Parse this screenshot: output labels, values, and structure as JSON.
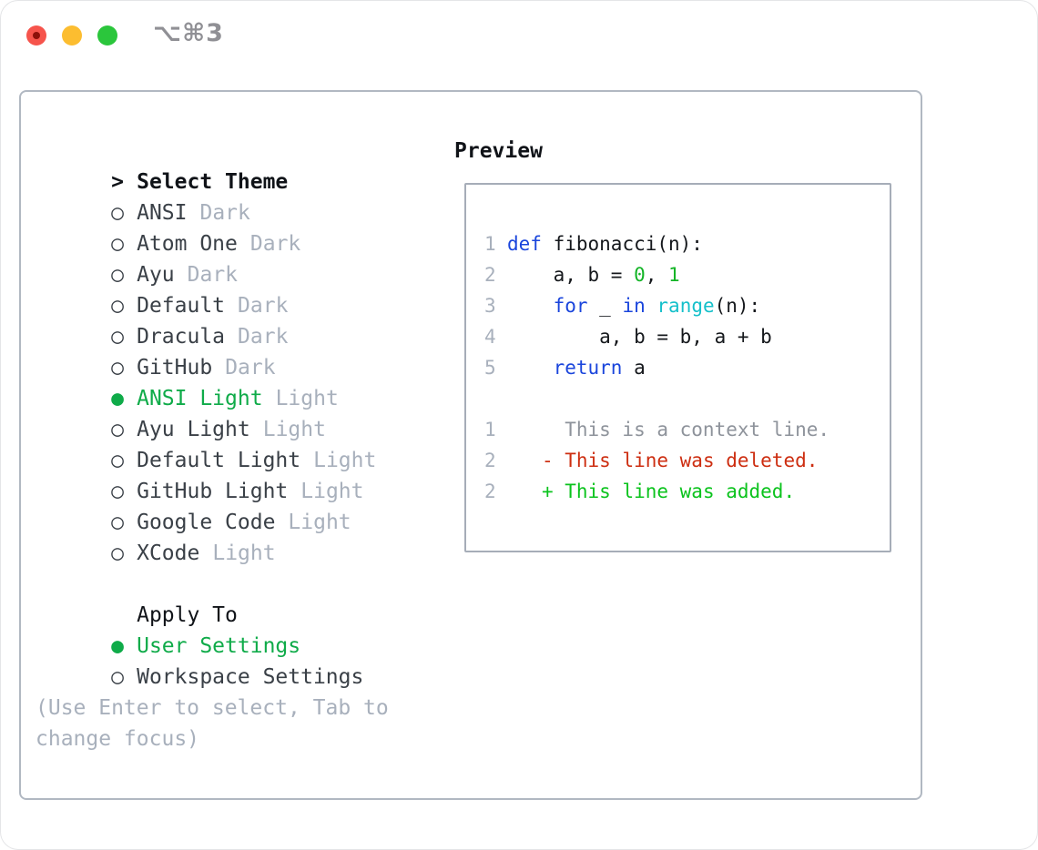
{
  "window": {
    "shortcut": "⌥⌘3"
  },
  "colors": {
    "select-green": "#0fab49",
    "kw": "#1a45dc",
    "numlit": "#13b426",
    "builtin": "#15c0ca",
    "del": "#cd2e11",
    "add": "#0bc31d",
    "traffic-red": "#f6544c",
    "traffic-yellow": "#fcbd30",
    "traffic-green": "#2bc63c"
  },
  "theme_list": {
    "header": {
      "prompt": ">",
      "label": "Select Theme"
    },
    "items": [
      {
        "bullet": "○",
        "name": "ANSI",
        "variant": "Dark",
        "selected": false
      },
      {
        "bullet": "○",
        "name": "Atom One",
        "variant": "Dark",
        "selected": false
      },
      {
        "bullet": "○",
        "name": "Ayu",
        "variant": "Dark",
        "selected": false
      },
      {
        "bullet": "○",
        "name": "Default",
        "variant": "Dark",
        "selected": false
      },
      {
        "bullet": "○",
        "name": "Dracula",
        "variant": "Dark",
        "selected": false
      },
      {
        "bullet": "○",
        "name": "GitHub",
        "variant": "Dark",
        "selected": false
      },
      {
        "bullet": "●",
        "name": "ANSI Light",
        "variant": "Light",
        "selected": true
      },
      {
        "bullet": "○",
        "name": "Ayu Light",
        "variant": "Light",
        "selected": false
      },
      {
        "bullet": "○",
        "name": "Default Light",
        "variant": "Light",
        "selected": false
      },
      {
        "bullet": "○",
        "name": "GitHub Light",
        "variant": "Light",
        "selected": false
      },
      {
        "bullet": "○",
        "name": "Google Code",
        "variant": "Light",
        "selected": false
      },
      {
        "bullet": "○",
        "name": "XCode",
        "variant": "Light",
        "selected": false
      }
    ]
  },
  "apply_to": {
    "label": "Apply To",
    "options": [
      {
        "bullet": "●",
        "label": "User Settings",
        "selected": true
      },
      {
        "bullet": "○",
        "label": "Workspace Settings",
        "selected": false
      }
    ]
  },
  "help": {
    "line1": "(Use Enter to select, Tab to",
    "line2": "change focus)"
  },
  "preview": {
    "title": "Preview",
    "lines": [
      {
        "num": "1",
        "tokens": [
          [
            "def",
            "kw"
          ],
          [
            " fibonacci(n):",
            "plain"
          ]
        ]
      },
      {
        "num": "2",
        "tokens": [
          [
            "    a, b = ",
            "plain"
          ],
          [
            "0",
            "num"
          ],
          [
            ", ",
            "plain"
          ],
          [
            "1",
            "num"
          ]
        ]
      },
      {
        "num": "3",
        "tokens": [
          [
            "    ",
            "plain"
          ],
          [
            "for",
            "kw"
          ],
          [
            " _ ",
            "plain"
          ],
          [
            "in",
            "kw"
          ],
          [
            " ",
            "plain"
          ],
          [
            "range",
            "builtin"
          ],
          [
            "(n):",
            "plain"
          ]
        ]
      },
      {
        "num": "4",
        "tokens": [
          [
            "        a, b = b, a + b",
            "plain"
          ]
        ]
      },
      {
        "num": "5",
        "tokens": [
          [
            "    ",
            "plain"
          ],
          [
            "return",
            "kw"
          ],
          [
            " a",
            "plain"
          ]
        ]
      },
      {
        "num": "",
        "tokens": []
      },
      {
        "num": "1",
        "tokens": [
          [
            "     This is a context line.",
            "ctx"
          ]
        ]
      },
      {
        "num": "2",
        "tokens": [
          [
            "   ",
            "plain"
          ],
          [
            "- This line was deleted.",
            "del"
          ]
        ]
      },
      {
        "num": "2",
        "tokens": [
          [
            "   ",
            "plain"
          ],
          [
            "+ This line was added.",
            "add"
          ]
        ]
      }
    ]
  }
}
